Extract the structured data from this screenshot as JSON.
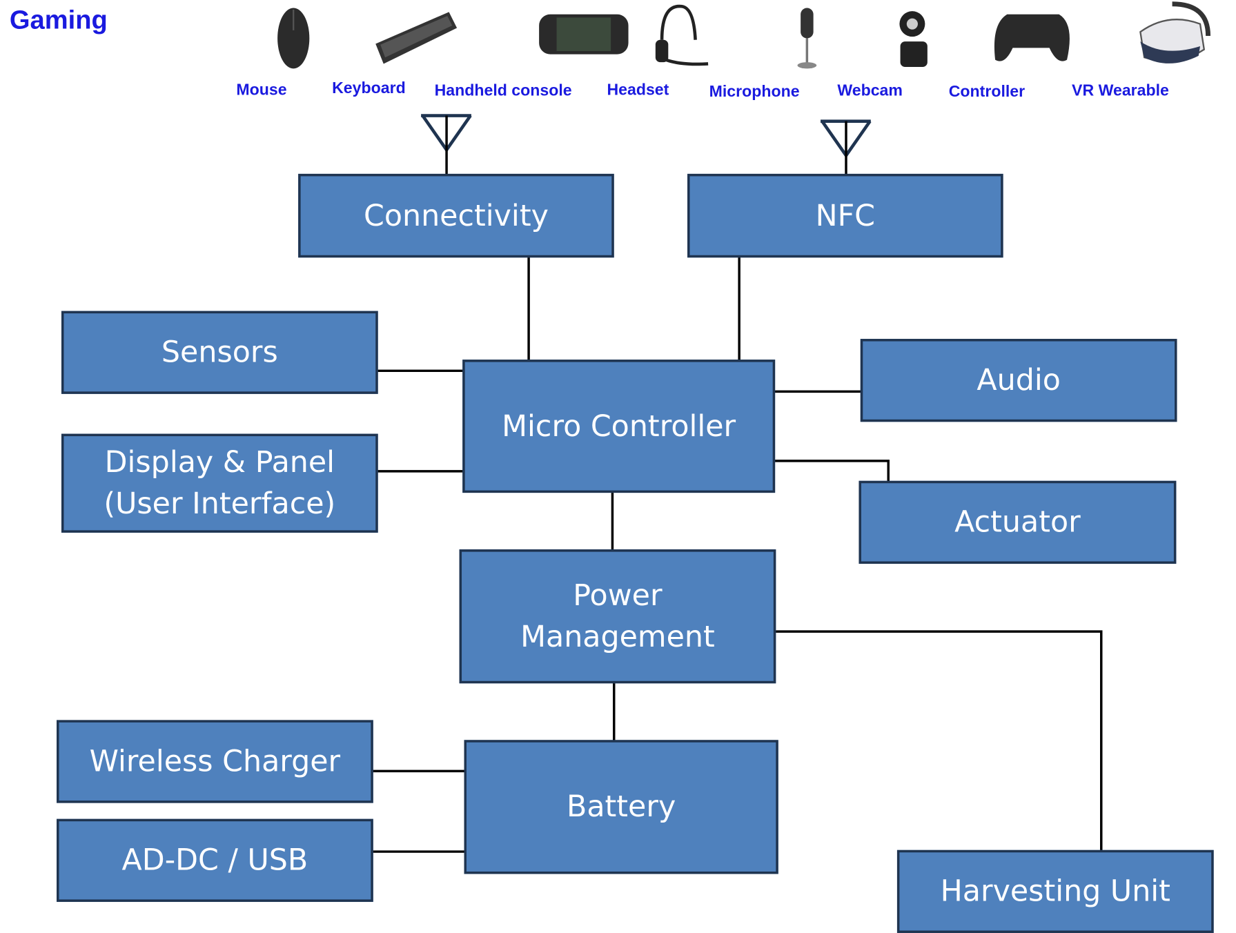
{
  "title": "Gaming",
  "devices": [
    {
      "label": "Mouse",
      "icon": "mouse-icon"
    },
    {
      "label": "Keyboard",
      "icon": "keyboard-icon"
    },
    {
      "label": "Handheld console",
      "icon": "handheld-console-icon"
    },
    {
      "label": "Headset",
      "icon": "headset-icon"
    },
    {
      "label": "Microphone",
      "icon": "microphone-icon"
    },
    {
      "label": "Webcam",
      "icon": "webcam-icon"
    },
    {
      "label": "Controller",
      "icon": "controller-icon"
    },
    {
      "label": "VR Wearable",
      "icon": "vr-headset-icon"
    }
  ],
  "blocks": {
    "connectivity": "Connectivity",
    "nfc": "NFC",
    "sensors": "Sensors",
    "micro_controller": "Micro Controller",
    "audio": "Audio",
    "display_line1": "Display & Panel",
    "display_line2": "(User Interface)",
    "actuator": "Actuator",
    "power_line1": "Power",
    "power_line2": "Management",
    "wireless_charger": "Wireless Charger",
    "battery": "Battery",
    "adc_usb": "AD-DC / USB",
    "harvesting": "Harvesting Unit"
  },
  "colors": {
    "block_fill": "#4f81bd",
    "block_border": "#1f3450",
    "label": "#1a1adf"
  }
}
